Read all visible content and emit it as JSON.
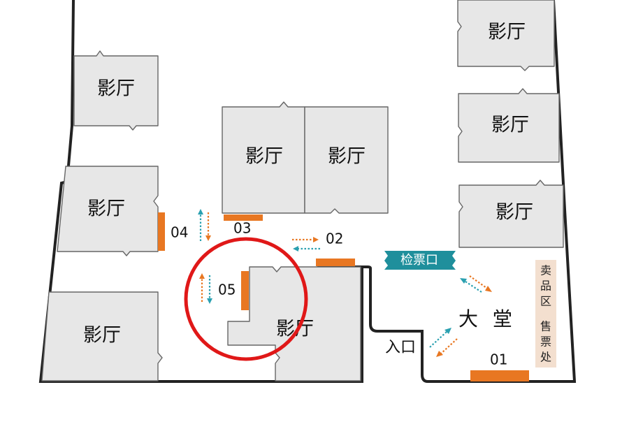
{
  "map": {
    "rooms": [
      {
        "id": "room-1",
        "label": "影厅"
      },
      {
        "id": "room-2",
        "label": "影厅"
      },
      {
        "id": "room-3",
        "label": "影厅"
      },
      {
        "id": "room-4",
        "label": "影厅"
      },
      {
        "id": "room-5",
        "label": "影厅"
      },
      {
        "id": "room-6",
        "label": "影厅"
      },
      {
        "id": "room-7",
        "label": "影厅"
      },
      {
        "id": "room-8",
        "label": "影厅"
      },
      {
        "id": "room-9",
        "label": "影厅"
      }
    ],
    "exits": [
      "01",
      "02",
      "03",
      "04",
      "05"
    ],
    "ticket_check": "检票口",
    "lobby": "大 堂",
    "entrance": "入口",
    "kiosk_top": [
      "卖",
      "品",
      "区"
    ],
    "kiosk_bottom": [
      "售",
      "票",
      "处"
    ],
    "colors": {
      "room_fill": "#e7e7e7",
      "door": "#e87722",
      "ticket_bg": "#1f8f9c",
      "kiosk_bg": "#f3dfcf",
      "highlight_circle": "#e01818",
      "arrow_orange": "#e87722",
      "arrow_blue": "#2aa0b0"
    }
  }
}
